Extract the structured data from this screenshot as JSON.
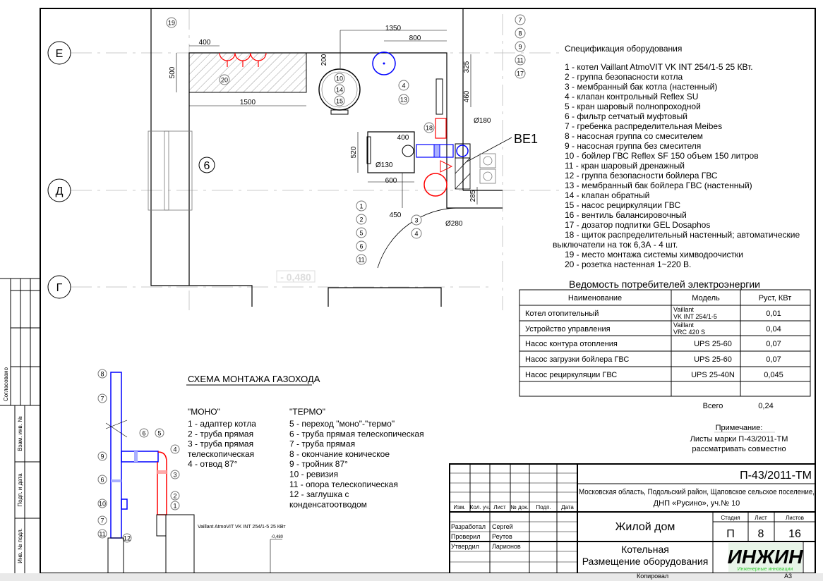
{
  "plan": {
    "axes": [
      "Е",
      "Д",
      "Г"
    ],
    "room_number": "6",
    "level_mark": "- 0,480",
    "dimensions": [
      "400",
      "500",
      "1500",
      "1350",
      "800",
      "200",
      "325",
      "460",
      "520",
      "400",
      "600",
      "450",
      "285",
      "Ø130",
      "Ø180",
      "Ø280"
    ],
    "ventilation_label": "ВЕ1",
    "callouts": {
      "c19": "19",
      "c20": "20",
      "boiler_dhw": [
        "10",
        "14",
        "15"
      ],
      "tank": [
        "4",
        "13"
      ],
      "manifold": [
        "7",
        "8",
        "9",
        "11",
        "17"
      ],
      "panel": "18",
      "boiler": [
        "1",
        "2",
        "5",
        "6",
        "11"
      ],
      "exp_tank": [
        "3",
        "4"
      ]
    }
  },
  "spec": {
    "title": "Спецификация оборудования",
    "items": [
      "1 - котел Vaillant AtmoVIT VK INT 254/1-5  25 КВт.",
      "2 - группа безопасности котла",
      "3 - мембранный бак котла (настенный)",
      "4 - клапан контрольный Reflex SU",
      "5 - кран шаровый полнопроходной",
      "6 - фильтр сетчатый муфтовый",
      "7 - гребенка распределительная Meibes",
      "8 - насосная группа со смесителем",
      "9 - насосная группа без смесителя",
      "10 - бойлер ГВС Reflex SF 150 объем 150 литров",
      "11 - кран шаровый дренажный",
      "12 - группа безопасности бойлера ГВС",
      "13 - мембранный бак бойлера ГВС (настенный)",
      "14 - клапан обратный",
      "15 - насос рециркуляции ГВС",
      "16 - вентиль балансировочный",
      "17 - дозатор подпитки GEL Dosaphos",
      "18 - щиток распределительный настенный; автоматические",
      "выключатели на ток 6,3А - 4 шт.",
      "19 - место монтажа системы химводоочистки",
      "20 - розетка настенная 1~220 В."
    ]
  },
  "power_table": {
    "title": "Ведомость потребителей электроэнергии",
    "headers": [
      "Наименование",
      "Модель",
      "Руст, КВт"
    ],
    "rows": [
      {
        "name": "Котел отопительный",
        "model1": "Vaillant",
        "model2": "VK INT 254/1-5",
        "power": "0,01"
      },
      {
        "name": "Устройство управления",
        "model1": "Vaillant",
        "model2": "VRC 420 S",
        "power": "0,04"
      },
      {
        "name": "Насос контура отопления",
        "model1": "UPS 25-60",
        "power": "0,07"
      },
      {
        "name": "Насос загрузки бойлера ГВС",
        "model1": "UPS 25-60",
        "power": "0,07"
      },
      {
        "name": "Насос рециркуляции ГВС",
        "model1": "UPS 25-40N",
        "power": "0,045"
      }
    ],
    "total_label": "Всего",
    "total_value": "0,24"
  },
  "note": {
    "title": "Примечание:",
    "line1": "Листы марки П-43/2011-ТМ",
    "line2": "рассматривать совместно"
  },
  "flue": {
    "title": "СХЕМА МОНТАЖА ГАЗОХОДА",
    "mono_title": "\"МОНО\"",
    "mono_items": [
      "1 - адаптер котла",
      "2 - труба прямая",
      "3 - труба прямая",
      "телескопическая",
      "4 - отвод 87°"
    ],
    "termo_title": "\"ТЕРМО\"",
    "termo_items": [
      "5 - переход \"моно\"-\"термо\"",
      "6 - труба прямая телескопическая",
      "7 - труба прямая",
      "8 - окончание коническое",
      "9 - тройник 87°",
      "10 - ревизия",
      "11 - опора телескопическая",
      "12 - заглушка с",
      "конденсатоотводом"
    ],
    "boiler_label": "Vaillant AtmoVIT VK INT 254/1-5  25 КВт",
    "level": "-0,480",
    "callouts": [
      "8",
      "7",
      "9",
      "6",
      "10",
      "7",
      "11",
      "6",
      "5",
      "4",
      "3",
      "2",
      "1",
      "12"
    ]
  },
  "title_block": {
    "code": "П-43/2011-ТМ",
    "address1": "Московская область, Подольский район, Щаповское сельское поселение,",
    "address2": "ДНП «Русино», уч.№ 10",
    "col_headers": [
      "Изм.",
      "Кол. уч.",
      "Лист",
      "№ док.",
      "Подп.",
      "Дата"
    ],
    "roles": [
      {
        "role": "Разработал",
        "name": "Сергей"
      },
      {
        "role": "Проверил",
        "name": "Реутов"
      },
      {
        "role": "Утвердил",
        "name": "Ларионов"
      }
    ],
    "object": "Жилой дом",
    "stage_label": "Стадия",
    "sheet_label": "Лист",
    "sheets_label": "Листов",
    "stage": "П",
    "sheet": "8",
    "sheets": "16",
    "drawing1": "Котельная",
    "drawing2": "Размещение оборудования",
    "logo_text": "ИНЖИН",
    "logo_sub": "Инженерные инновации",
    "copied": "Копировал",
    "format": "А3"
  },
  "side_stamp": {
    "agreed": "Согласовано",
    "inv_replace": "Взам. инв. №",
    "sign_date": "Подп. и дата",
    "inv_orig": "Инв. № подл."
  },
  "colors": {
    "hot": "#ff0000",
    "cold": "#0000ff",
    "logo_green": "#33cc33"
  }
}
